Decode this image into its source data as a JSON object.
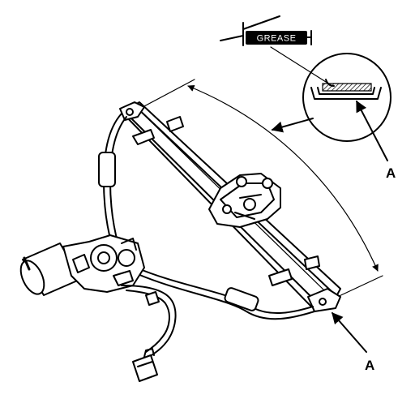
{
  "callouts": {
    "grease": "GREASE",
    "label_a_top": "A",
    "label_a_bottom": "A"
  }
}
